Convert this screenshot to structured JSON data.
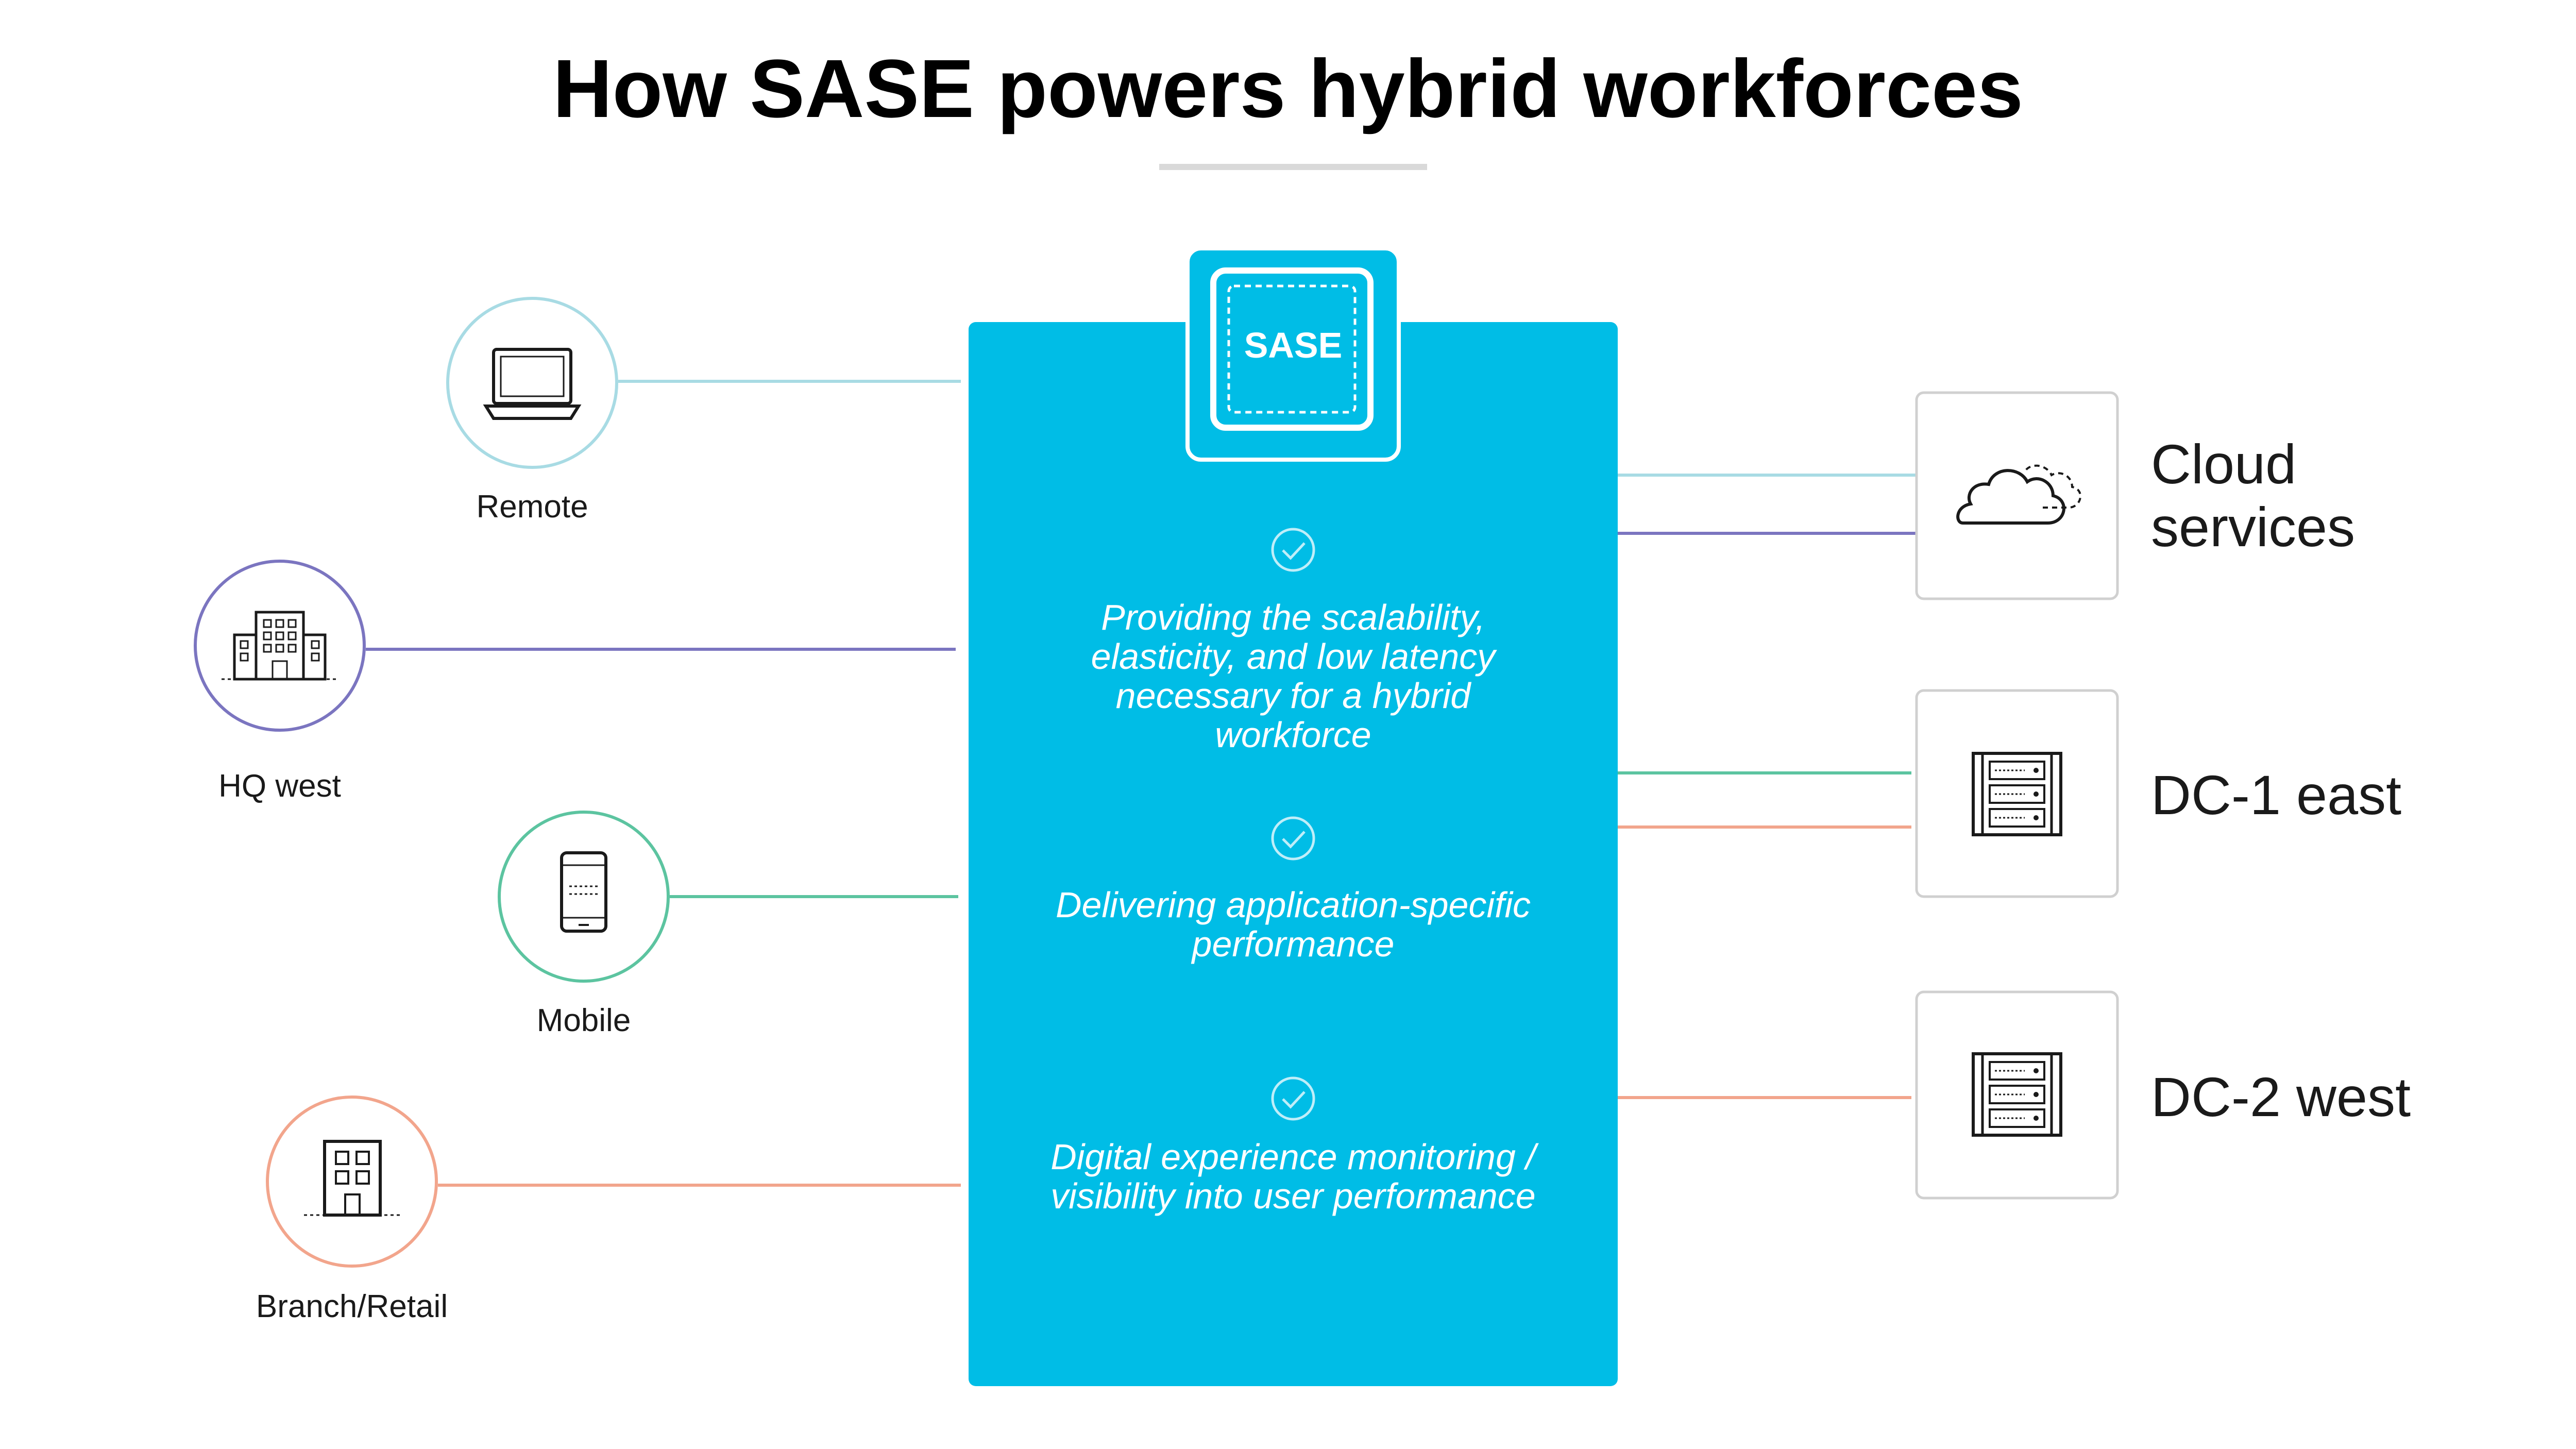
{
  "title": "How SASE powers hybrid workforces",
  "sase": {
    "label": "SASE"
  },
  "benefits": [
    {
      "text": "Providing the scalability, elasticity, and low latency necessary for a hybrid workforce"
    },
    {
      "text": "Delivering application-specific performance"
    },
    {
      "text": "Digital experience monitoring / visibility into user performance"
    }
  ],
  "sources": [
    {
      "label": "Remote",
      "icon": "laptop-icon",
      "color": "#a8dbe4"
    },
    {
      "label": "HQ west",
      "icon": "office-building-icon",
      "color": "#7b75c0"
    },
    {
      "label": "Mobile",
      "icon": "smartphone-icon",
      "color": "#5cc4a0"
    },
    {
      "label": "Branch/Retail",
      "icon": "branch-building-icon",
      "color": "#f2a58c"
    }
  ],
  "targets": [
    {
      "label": "Cloud services",
      "icon": "cloud-icon"
    },
    {
      "label": "DC-1 east",
      "icon": "server-rack-icon"
    },
    {
      "label": "DC-2 west",
      "icon": "server-rack-icon"
    }
  ],
  "colors": {
    "accent": "#00bde6",
    "card_border": "#d0d0d0",
    "text": "#1a1a1a"
  }
}
